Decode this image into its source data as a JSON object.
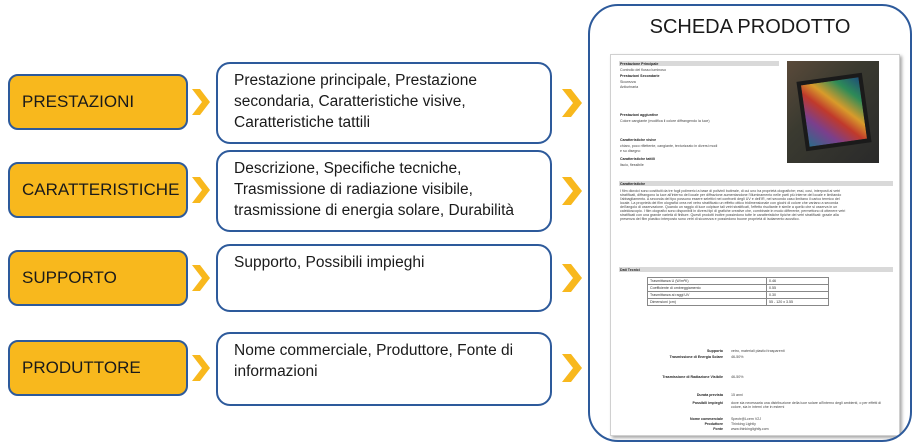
{
  "rows": [
    {
      "category": "PRESTAZIONI",
      "description": "Prestazione principale,  Prestazione secondaria, Caratteristiche visive, Caratteristiche tattili"
    },
    {
      "category": "CARATTERISTICHE",
      "description": "Descrizione, Specifiche tecniche, Trasmissione di radiazione visibile, trasmissione di energia solare, Durabilità"
    },
    {
      "category": "SUPPORTO",
      "description": "Supporto, Possibili impieghi"
    },
    {
      "category": "PRODUTTORE",
      "description": "Nome commerciale, Produttore, Fonte di informazioni"
    }
  ],
  "card": {
    "title": "SCHEDA PRODOTTO",
    "doc": {
      "prestazione_principale": "Prestazione Principale",
      "pp_value": "Controllo del flusso luminoso",
      "prestazioni_secondarie": "Prestazioni Secondarie",
      "ps_value1": "Sicurezza",
      "ps_value2": "Antiurinaria",
      "prestazioni_aggiuntive": "Prestazioni aggiuntive",
      "pa_value": "Colore cangiante (modifica il colore diffrangendo la luce)",
      "car_visive": "Caratteristiche visive",
      "cv_value1": "chiaro, poco riflettente, cangiante, texturizzato in diversi modi",
      "cv_value2": "e su disegno",
      "car_tattili": "Caratteristiche tattili",
      "ct_value": "liscio, flessibile",
      "caratteristiche": "Caratteristiche",
      "car_lines": [
        "I film dicroici sono costituiti da tre fogli polimerici a base di polivinil butirrale, di cui uno ha proprietà olografiche; essi, così, interposti ai vetri",
        "stratificati, diffrangono la luce all'interno del locale per diffrazione aumentandone l'illuminamento nelle parti più interne del locale e limitando",
        "l'abbagliamento. A seconda del tipo possono essere selettivi nei confronti degli UV e dell'IR, nel secondo caso limitano il carico termico del",
        "locale. La proprietà dei film olografici crea nel vetro stratificato un effetto ottico tridimensionale con giochi di colore che variano a seconda",
        "dell'angolo di osservazione. Quando un raggio di luce colpisce tali vetri stratificati, l'effetto risultante è simile a quello che si osserva in un",
        "caleidoscopio. I film olografici sono disponibili in diversi tipi di grafiche creative che, combinate in modo differente, permettono di ottenere vetri",
        "stratificati con una grande varietà di finiture. Questi prodotti inoltre possiedono tutte le caratteristiche tipiche dei vetri stratificati: grazie alla",
        "presenza del film plastico interposto sono vetri di sicurezza e possiedono buone proprietà di isolamento acustico."
      ],
      "dati_tecnici": "Dati Tecnici",
      "table": [
        [
          "Trasmittanza U (W/m²K)",
          "0.46"
        ],
        [
          "Coefficiente di ombreggiamento",
          "0.55"
        ],
        [
          "Trasmittanza ai raggi UV",
          "0.30"
        ],
        [
          "Dimensioni (cm)",
          "55 - 120 x 3.55"
        ]
      ],
      "supporto_label": "Supporto",
      "supporto_value": "vetro, materiali plastici trasparenti",
      "tes_label": "Trasmissione di Energia Solare",
      "tes_value": "46-50%",
      "trv_label": "Trasmissione di Radiazione Visibile",
      "trv_value": "46-50%",
      "durata_label": "Durata prevista",
      "durata_value": "15 anni",
      "impieghi_label": "Possibili impieghi",
      "impieghi_value1": "dove sia necessaria una distribuzione della luce solare all'interno degli ambienti, o per effetti di",
      "impieghi_value2": "colore, sia in interni che in esterni",
      "nome_label": "Nome commerciale",
      "nome_value": "Spectr@Lcem V2J",
      "produttore_label": "Produttore",
      "produttore_value": "Thinking Lightly",
      "fonte_label": "Fonte",
      "fonte_value": "www.thinkinglightly.com"
    }
  },
  "colors": {
    "category_fill": "#f8b81d",
    "border": "#2d5a9b",
    "arrow": "#f8b81d"
  }
}
